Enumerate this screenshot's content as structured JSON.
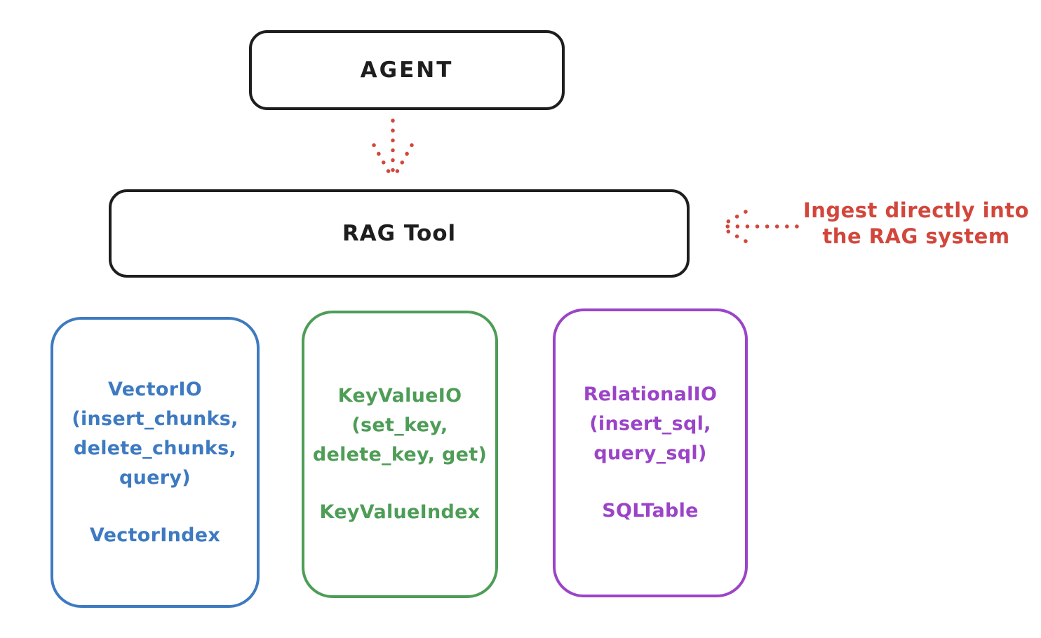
{
  "agent": {
    "label": "AGENT"
  },
  "rag_tool": {
    "label": "RAG Tool"
  },
  "annotation": {
    "lines": [
      "Ingest directly into",
      "the RAG system"
    ]
  },
  "storage_boxes": [
    {
      "name": "vector-io",
      "methods_lines": [
        "VectorIO",
        "(insert_chunks,",
        "delete_chunks,",
        "query)"
      ],
      "index_label": "VectorIndex",
      "color": "#3d7ac1"
    },
    {
      "name": "keyvalue-io",
      "methods_lines": [
        "KeyValueIO",
        "(set_key,",
        "delete_key, get)"
      ],
      "index_label": "KeyValueIndex",
      "color": "#4e9d57"
    },
    {
      "name": "relational-io",
      "methods_lines": [
        "RelationalIO",
        "(insert_sql,",
        "query_sql)"
      ],
      "index_label": "SQLTable",
      "color": "#9b44c8"
    }
  ],
  "colors": {
    "stroke_black": "#1e1e1e",
    "annotation_red": "#d2463b",
    "vector_blue": "#3d7ac1",
    "keyvalue_green": "#4e9d57",
    "relational_purple": "#9b44c8",
    "background": "#ffffff"
  }
}
